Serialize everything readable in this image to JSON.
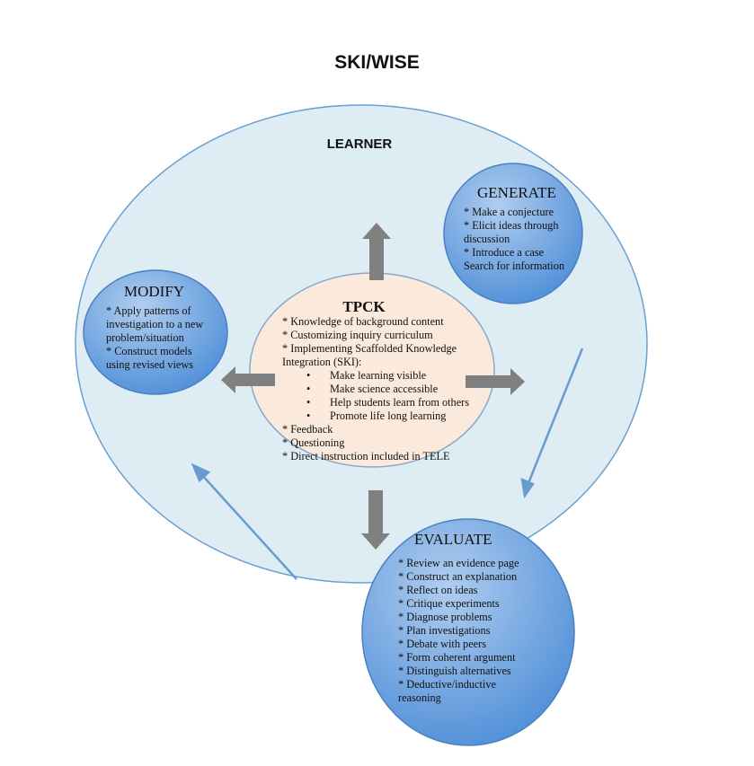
{
  "title": "SKI/WISE",
  "learner_label": "LEARNER",
  "colors": {
    "learner_fill": "#deedf3",
    "learner_stroke": "#6a9fd2",
    "node_fill_light": "#b0cdef",
    "node_fill_dark": "#4f8fd8",
    "node_stroke": "#4a80bf",
    "center_fill": "#fbeadb",
    "center_stroke": "#8aa7cc",
    "arrow_gray": "#808080",
    "arrow_blue": "#6a9bcf"
  },
  "generate": {
    "title": "GENERATE",
    "items": [
      "* Make a conjecture",
      "* Elicit ideas through",
      "discussion",
      "* Introduce a case",
      "Search for information"
    ]
  },
  "modify": {
    "title": "MODIFY",
    "items": [
      "* Apply patterns of",
      "investigation to a new",
      "problem/situation",
      "* Construct models",
      "using revised views"
    ]
  },
  "evaluate": {
    "title": "EVALUATE",
    "items": [
      "* Review an evidence page",
      "* Construct an explanation",
      "* Reflect on ideas",
      "* Critique experiments",
      "* Diagnose problems",
      "* Plan investigations",
      "* Debate with peers",
      "* Form coherent argument",
      "* Distinguish alternatives",
      "* Deductive/inductive",
      "reasoning"
    ]
  },
  "tpck": {
    "title": "TPCK",
    "items_top": [
      "* Knowledge of background content",
      "* Customizing inquiry curriculum",
      "* Implementing Scaffolded Knowledge",
      "Integration (SKI):"
    ],
    "bullet_symbol": "•",
    "subitems": [
      "Make learning visible",
      "Make science accessible",
      "Help students learn from others",
      "Promote life long learning"
    ],
    "items_bottom": [
      "* Feedback",
      "* Questioning",
      "* Direct instruction included in TELE"
    ]
  }
}
